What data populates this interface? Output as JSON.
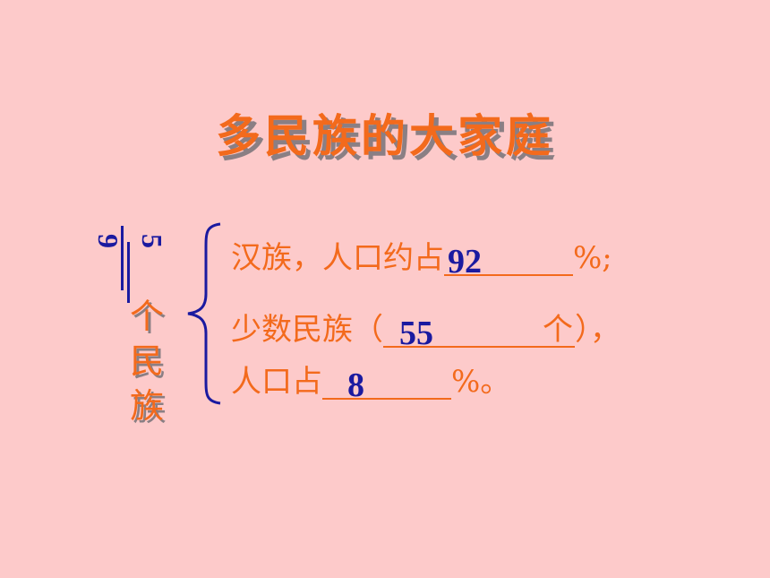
{
  "title": "多民族的大家庭",
  "side": {
    "num1": "9",
    "num2": "5",
    "chars": [
      "个",
      "民",
      "族"
    ]
  },
  "lines": {
    "l1_text": "汉族，人口约占",
    "l1_answer": "92",
    "l1_suffix": "%;",
    "l2_text": "少数民族（",
    "l2_answer": "55",
    "l2_unit": "个",
    "l2_suffix": "），",
    "l3_text": "人口占",
    "l3_answer": "8",
    "l3_suffix": "%。"
  },
  "colors": {
    "background": "#fdcaca",
    "orange": "#f36a1c",
    "blue": "#1a1aa0",
    "shadow": "#8a7f84"
  }
}
